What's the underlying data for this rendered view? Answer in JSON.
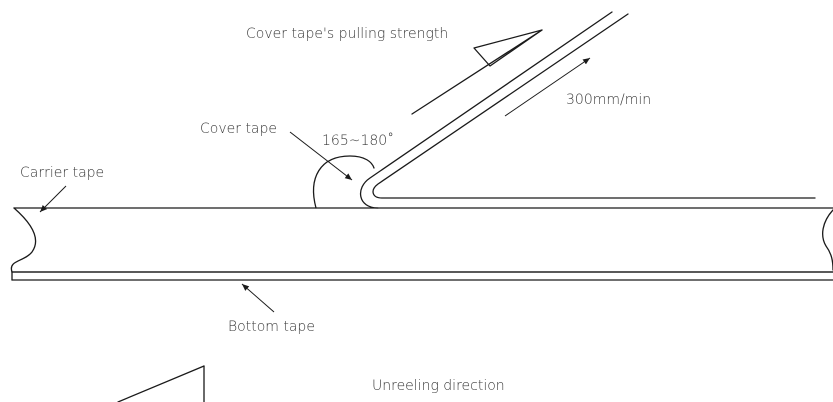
{
  "labels": {
    "pulling_strength": "Cover tape's pulling strength",
    "speed": "300mm/min",
    "cover_tape": "Cover tape",
    "angle": "165~180˚",
    "carrier_tape": "Carrier tape",
    "bottom_tape": "Bottom tape",
    "unreeling_direction": "Unreeling direction"
  }
}
